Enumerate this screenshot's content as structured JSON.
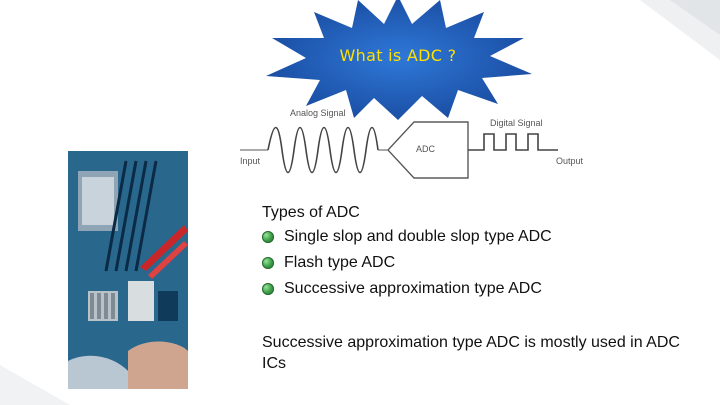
{
  "title": "What is ADC ?",
  "diagram": {
    "analog_label": "Analog Signal",
    "digital_label": "Digital Signal",
    "input_label": "Input",
    "output_label": "Output",
    "block_label": "ADC"
  },
  "content": {
    "heading": "Types of ADC",
    "items": [
      "Single slop and double slop type ADC",
      "Flash type ADC",
      "Successive approximation  type ADC"
    ],
    "note": "Successive approximation  type ADC is mostly used in ADC ICs"
  },
  "colors": {
    "burst_fill": "#1f5fbf",
    "title_text": "#ffe000",
    "bullet": "#3fa34a"
  }
}
